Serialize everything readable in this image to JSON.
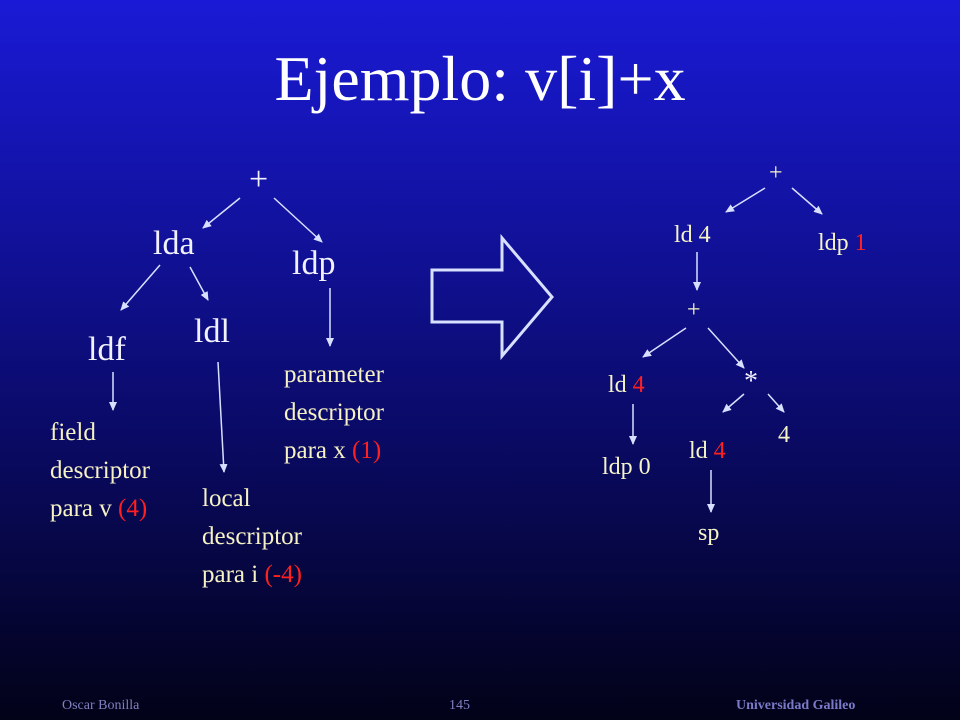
{
  "title": "Ejemplo: v[i]+x",
  "left_tree": {
    "root": "+",
    "lda": "lda",
    "ldp": "ldp",
    "ldf": "ldf",
    "ldl": "ldl",
    "field_desc": [
      "field",
      "descriptor",
      "para v "
    ],
    "field_val": "(4)",
    "local_desc": [
      "local",
      "descriptor",
      "para i "
    ],
    "local_val": "(-4)",
    "param_desc": [
      "parameter",
      "descriptor",
      "para x "
    ],
    "param_val": "(1)"
  },
  "right_tree": {
    "root": "+",
    "ld4_top": "ld 4",
    "ldp1_label": "ldp ",
    "ldp1_val": "1",
    "plus2": "+",
    "ld4_left_label": "ld ",
    "ld4_left_val": "4",
    "star": "*",
    "four": "4",
    "ldp0": "ldp 0",
    "ld4_mid_label": "ld ",
    "ld4_mid_val": "4",
    "sp": "sp"
  },
  "footer": {
    "author": "Oscar Bonilla",
    "page": "145",
    "institution": "Universidad Galileo"
  },
  "colors": {
    "highlight": "#ff2020",
    "text_yellow": "#f6f2c4",
    "lines": "#d8e0ff"
  }
}
